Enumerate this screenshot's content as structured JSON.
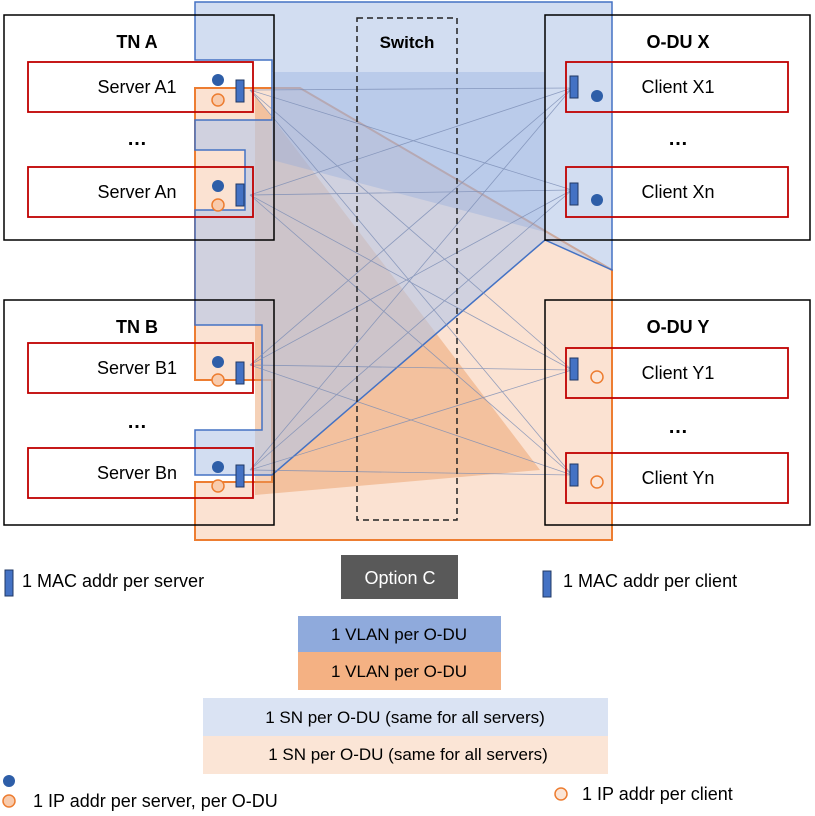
{
  "nodes": {
    "tn_a": {
      "title": "TN A",
      "servers": [
        "Server A1",
        "Server An"
      ],
      "ellipsis": "…"
    },
    "tn_b": {
      "title": "TN B",
      "servers": [
        "Server B1",
        "Server Bn"
      ],
      "ellipsis": "…"
    },
    "odu_x": {
      "title": "O-DU X",
      "clients": [
        "Client X1",
        "Client Xn"
      ],
      "ellipsis": "…"
    },
    "odu_y": {
      "title": "O-DU Y",
      "clients": [
        "Client Y1",
        "Client Yn"
      ],
      "ellipsis": "…"
    },
    "switch": {
      "label": "Switch"
    }
  },
  "option": {
    "label": "Option C"
  },
  "legend": {
    "mac_server": "1 MAC addr per server",
    "mac_client": "1 MAC addr per client",
    "vlan_blue": "1 VLAN per O-DU",
    "vlan_orange": "1 VLAN per O-DU",
    "sn_blue": "1 SN per O-DU (same for all servers)",
    "sn_orange": "1 SN per O-DU (same for all servers)",
    "ip_server": "1 IP addr per server, per O-DU",
    "ip_client": "1 IP addr per client"
  },
  "colors": {
    "blue_fill": "#b4c7e7",
    "blue_stroke": "#4472c4",
    "orange_fill": "#f8cbad",
    "orange_stroke": "#ed7d31",
    "server_box": "#c00000",
    "mac_rect": "#2f5597",
    "option_bg": "#595959",
    "vlan_blue": "#8faadc",
    "vlan_orange": "#f4b183",
    "sn_blue": "#dae3f3",
    "sn_orange": "#fbe5d6"
  }
}
